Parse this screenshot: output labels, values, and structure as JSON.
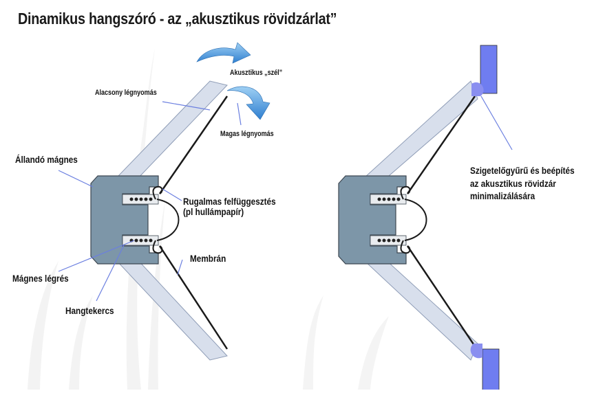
{
  "title": "Dinamikus hangszóró - az „akusztikus rövidzárlat”",
  "labels": {
    "akusztikus_szel": "Akusztikus „szél”",
    "alacsony_legnyomas": "Alacsony légnyomás",
    "magas_legnyomas": "Magas légnyomás",
    "allando_magnes": "Állandó mágnes",
    "rugalmas_felfuggesztes_1": "Rugalmas felfüggesztés",
    "rugalmas_felfuggesztes_2": "(pl hullámpapír)",
    "membran": "Membrán",
    "magnes_legres": "Mágnes légrés",
    "hangtekercs": "Hangtekercs",
    "szigetelo_1": "Szigetelőgyűrű és beépítés",
    "szigetelo_2": "az akusztikus rövidzár",
    "szigetelo_3": "minimalizálására"
  },
  "colors": {
    "magnet": "#7d96a8",
    "cone_fill": "#d8dfec",
    "cone_stroke": "#8e9cb6",
    "membrane": "#1a1a1a",
    "pointer_line": "#6b7fe0",
    "baffle": "#6f7df0",
    "arrow_blue": "#3f8fd8"
  },
  "icons": [
    "curved-arrow-icon",
    "curved-arrow-icon"
  ]
}
